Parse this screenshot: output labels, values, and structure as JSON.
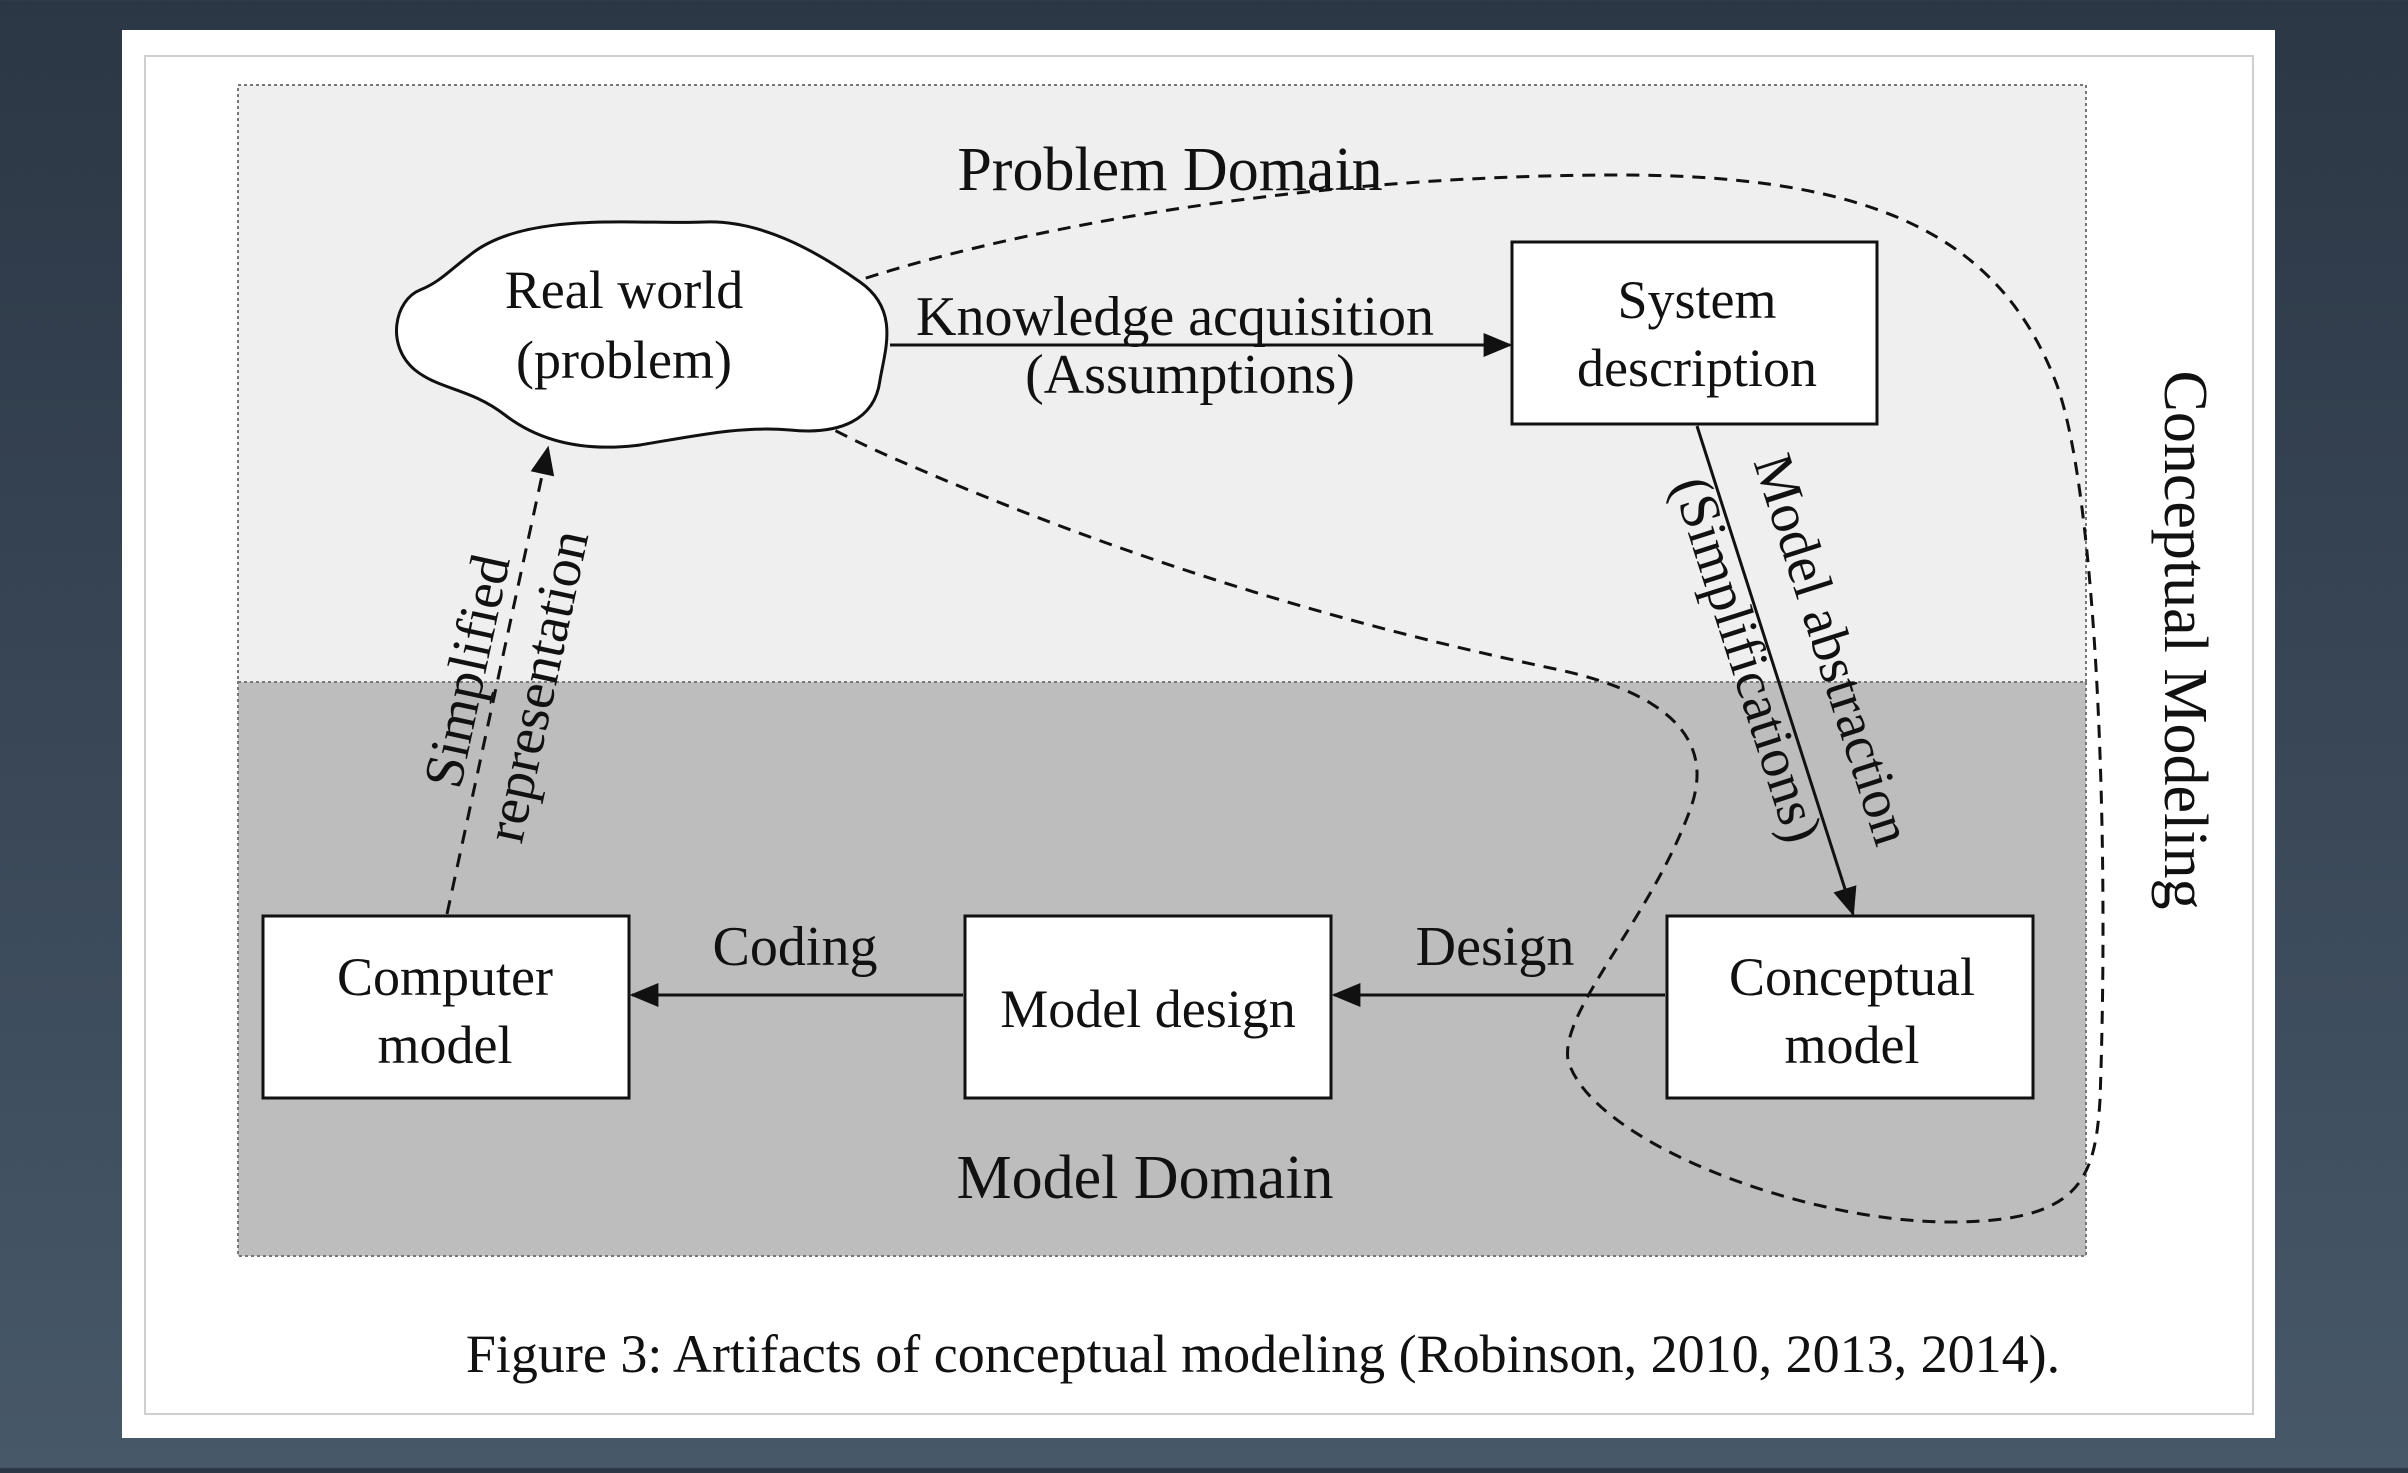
{
  "domains": {
    "problem": "Problem Domain",
    "model": "Model Domain",
    "region_label": "Conceptual Modeling"
  },
  "nodes": {
    "real_world": {
      "line1": "Real world",
      "line2": "(problem)"
    },
    "system_description": {
      "line1": "System",
      "line2": "description"
    },
    "conceptual_model": {
      "line1": "Conceptual",
      "line2": "model"
    },
    "model_design": {
      "line1": "Model design"
    },
    "computer_model": {
      "line1": "Computer",
      "line2": "model"
    }
  },
  "edges": {
    "knowledge": {
      "line1": "Knowledge acquisition",
      "line2": "(Assumptions)"
    },
    "abstraction": {
      "line1": "Model abstraction",
      "line2": "(Simplifications)"
    },
    "design": {
      "line1": "Design"
    },
    "coding": {
      "line1": "Coding"
    },
    "simplified": {
      "line1": "Simplified",
      "line2": "representation"
    }
  },
  "caption": "Figure 3: Artifacts of conceptual modeling (Robinson, 2010, 2013, 2014)."
}
